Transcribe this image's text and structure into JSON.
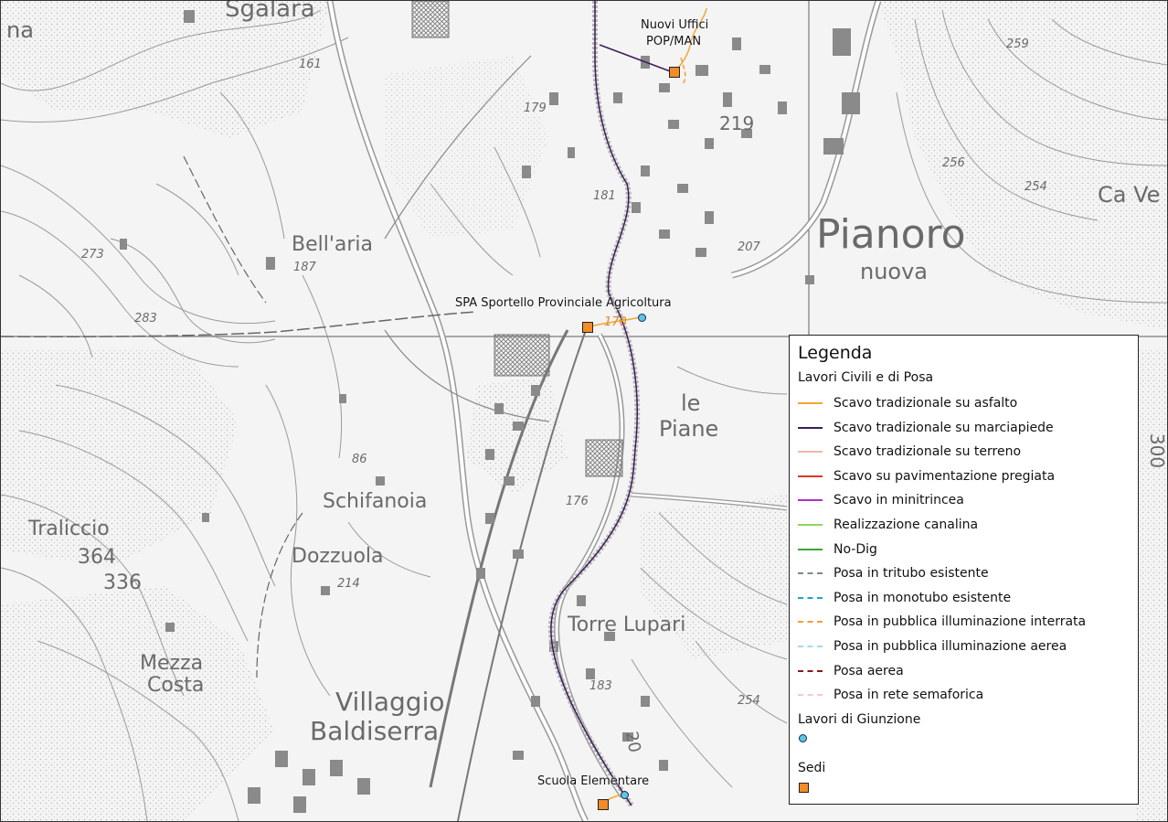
{
  "map": {
    "places": [
      {
        "id": "sgalara",
        "text": "Sgalara"
      },
      {
        "id": "na",
        "text": "na"
      },
      {
        "id": "bellaria",
        "text": "Bell'aria"
      },
      {
        "id": "pianoro",
        "text": "Pianoro"
      },
      {
        "id": "nuova",
        "text": "nuova"
      },
      {
        "id": "cave",
        "text": "Ca Ve"
      },
      {
        "id": "le",
        "text": "le"
      },
      {
        "id": "piane",
        "text": "Piane"
      },
      {
        "id": "schifanoia",
        "text": "Schifanoia"
      },
      {
        "id": "dozzuola",
        "text": "Dozzuola"
      },
      {
        "id": "traliccio",
        "text": "Traliccio"
      },
      {
        "id": "mezza",
        "text": "Mezza"
      },
      {
        "id": "costa",
        "text": "Costa"
      },
      {
        "id": "torrelupari",
        "text": "Torre Lupari"
      },
      {
        "id": "villaggio",
        "text": "Villaggio"
      },
      {
        "id": "baldiserra",
        "text": "Baldiserra"
      }
    ],
    "elevations": [
      "161",
      "179",
      "219",
      "259",
      "256",
      "254",
      "181",
      "207",
      "273",
      "187",
      "283",
      "170",
      "86",
      "176",
      "364",
      "336",
      "214",
      "300",
      "183",
      "254",
      "20"
    ],
    "sites": [
      {
        "id": "popman",
        "line1": "Nuovi Uffici",
        "line2": "POP/MAN"
      },
      {
        "id": "spa",
        "line1": "SPA Sportello Provinciale Agricoltura"
      },
      {
        "id": "scuola",
        "line1": "Scuola Elementare"
      }
    ]
  },
  "legend": {
    "title": "Legenda",
    "group_civili": "Lavori Civili e di Posa",
    "items": [
      {
        "label": "Scavo tradizionale su asfalto",
        "color": "#f0a830",
        "style": "solid"
      },
      {
        "label": "Scavo tradizionale su marciapiede",
        "color": "#3d1d5a",
        "style": "solid"
      },
      {
        "label": "Scavo tradizionale su terreno",
        "color": "#f2b6b0",
        "style": "solid"
      },
      {
        "label": "Scavo su pavimentazione pregiata",
        "color": "#d63a2a",
        "style": "solid"
      },
      {
        "label": "Scavo in minitrincea",
        "color": "#b030c8",
        "style": "solid"
      },
      {
        "label": "Realizzazione canalina",
        "color": "#8ed85a",
        "style": "solid"
      },
      {
        "label": "No-Dig",
        "color": "#38a838",
        "style": "solid"
      },
      {
        "label": "Posa in tritubo esistente",
        "color": "#7a8a8a",
        "style": "dashed"
      },
      {
        "label": "Posa in monotubo esistente",
        "color": "#18a8c8",
        "style": "dashed"
      },
      {
        "label": "Posa in pubblica illuminazione interrata",
        "color": "#f2a030",
        "style": "dashed"
      },
      {
        "label": "Posa in pubblica illuminazione aerea",
        "color": "#a8d8ea",
        "style": "dashed"
      },
      {
        "label": "Posa aerea",
        "color": "#8a1a1a",
        "style": "dashed"
      },
      {
        "label": "Posa in rete semaforica",
        "color": "#f6c8d0",
        "style": "dashed"
      }
    ],
    "group_giunzione": "Lavori di Giunzione",
    "group_sedi": "Sedi",
    "junction_color": "#5bc8e0",
    "site_color": "#f28c28"
  }
}
